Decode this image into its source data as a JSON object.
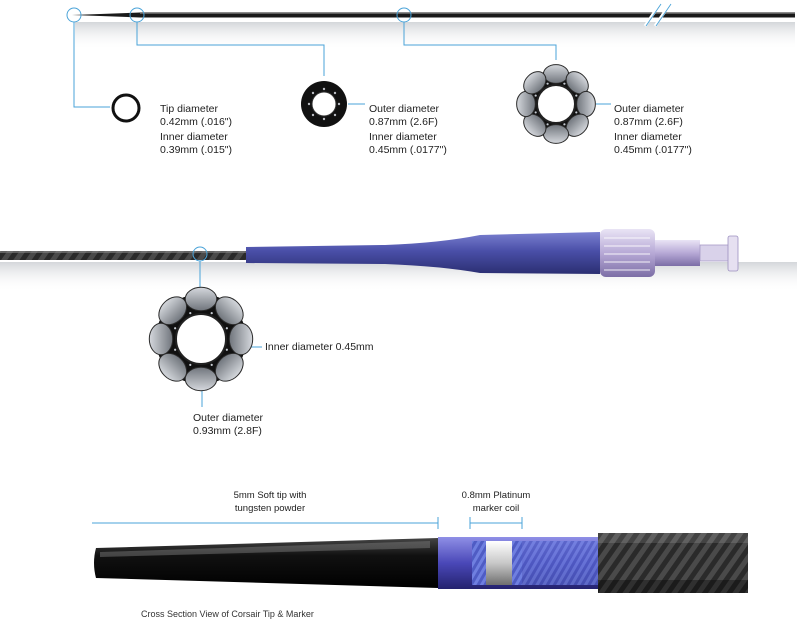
{
  "callouts": {
    "tip": {
      "line1": "Tip diameter",
      "line2": "0.42mm (.016\")",
      "line3": "Inner diameter",
      "line4": "0.39mm (.015\")"
    },
    "mid": {
      "line1": "Outer diameter",
      "line2": "0.87mm (2.6F)",
      "line3": "Inner diameter",
      "line4": "0.45mm (.0177\")"
    },
    "braid": {
      "line1": "Outer diameter",
      "line2": "0.87mm (2.6F)",
      "line3": "Inner diameter",
      "line4": "0.45mm (.0177\")"
    },
    "shaft_inner": "Inner diameter 0.45mm",
    "shaft_outer": {
      "line1": "Outer diameter",
      "line2": "0.93mm (2.8F)"
    }
  },
  "tip_detail": {
    "soft_tip": {
      "line1": "5mm Soft tip with",
      "line2": "tungsten powder"
    },
    "marker": {
      "line1": "0.8mm Platinum",
      "line2": "marker coil"
    }
  },
  "caption": "Cross Section View of Corsair Tip & Marker",
  "colors": {
    "callout_line": "#4aa3d8",
    "shaft_blue": "#4a4fa8",
    "ring_black": "#111111",
    "segment_gray": "#8e939b"
  }
}
